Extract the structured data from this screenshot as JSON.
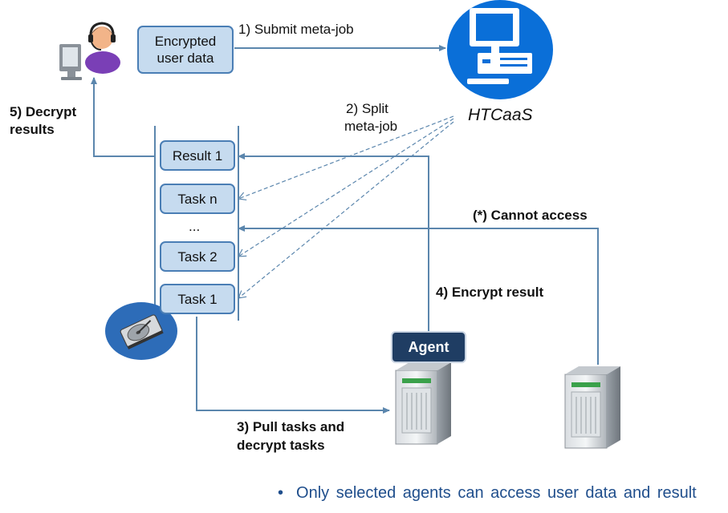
{
  "user_data_box": "Encrypted user data",
  "steps": {
    "submit": "1) Submit meta-job",
    "split_line1": "2) Split",
    "split_line2": "meta-job",
    "pull_line1": "3) Pull tasks and",
    "pull_line2": "decrypt tasks",
    "encrypt": "4) Encrypt result",
    "decrypt_line1": "5) Decrypt",
    "decrypt_line2": "results",
    "cannot": "(*) Cannot access"
  },
  "htcaas_label": "HTCaaS",
  "queue": {
    "result1": "Result 1",
    "task_n": "Task n",
    "ellipsis": "...",
    "task2": "Task 2",
    "task1": "Task 1"
  },
  "agent_label": "Agent",
  "note": {
    "bullet": "•",
    "text": "Only selected agents can access user data and result"
  },
  "colors": {
    "arrow": "#5b86ad",
    "box_fill": "#c6dbef",
    "box_border": "#4a7eb5",
    "agent_fill": "#1f3d63",
    "computer_blue": "#0a6fd8",
    "note_text": "#1f4e8c"
  }
}
